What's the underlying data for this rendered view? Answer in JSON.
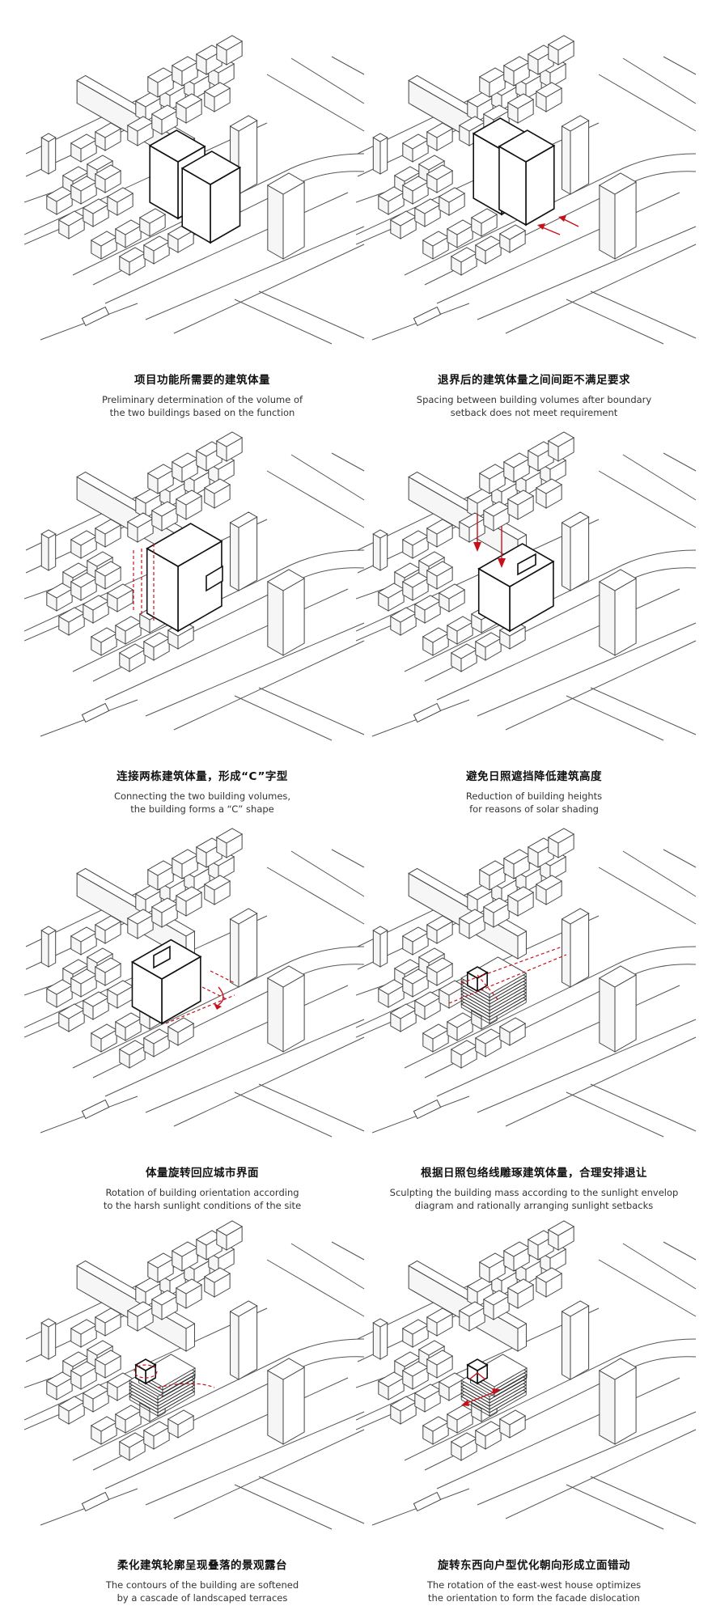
{
  "panels": [
    {
      "title": "项目功能所需要的建筑体量",
      "line1": "Preliminary determination of the volume of",
      "line2": "the two buildings based on the function"
    },
    {
      "title": "退界后的建筑体量之间间距不满足要求",
      "line1": "Spacing between building volumes after boundary",
      "line2": "setback does not meet requirement"
    },
    {
      "title": "连接两栋建筑体量，形成“C”字型",
      "line1": "Connecting the two building volumes,",
      "line2": "the building forms a “C” shape"
    },
    {
      "title": "避免日照遮挡降低建筑高度",
      "line1": "Reduction of building heights",
      "line2": "for reasons of solar shading"
    },
    {
      "title": "体量旋转回应城市界面",
      "line1": "Rotation of building orientation according",
      "line2": "to the harsh sunlight conditions of the site"
    },
    {
      "title": "根据日照包络线雕琢建筑体量，合理安排退让",
      "line1": "Sculpting the building mass according to the sunlight envelop",
      "line2": "diagram and rationally arranging sunlight setbacks"
    },
    {
      "title": "柔化建筑轮廓呈现叠落的景观露台",
      "line1": "The contours of the building are softened",
      "line2": "by a cascade of landscaped terraces"
    },
    {
      "title": "旋转东西向户型优化朝向形成立面错动",
      "line1": "The rotation of the east-west house optimizes",
      "line2": "the orientation to form the facade dislocation"
    }
  ],
  "colors": {
    "accent": "#c8101a",
    "line": "#444444"
  }
}
